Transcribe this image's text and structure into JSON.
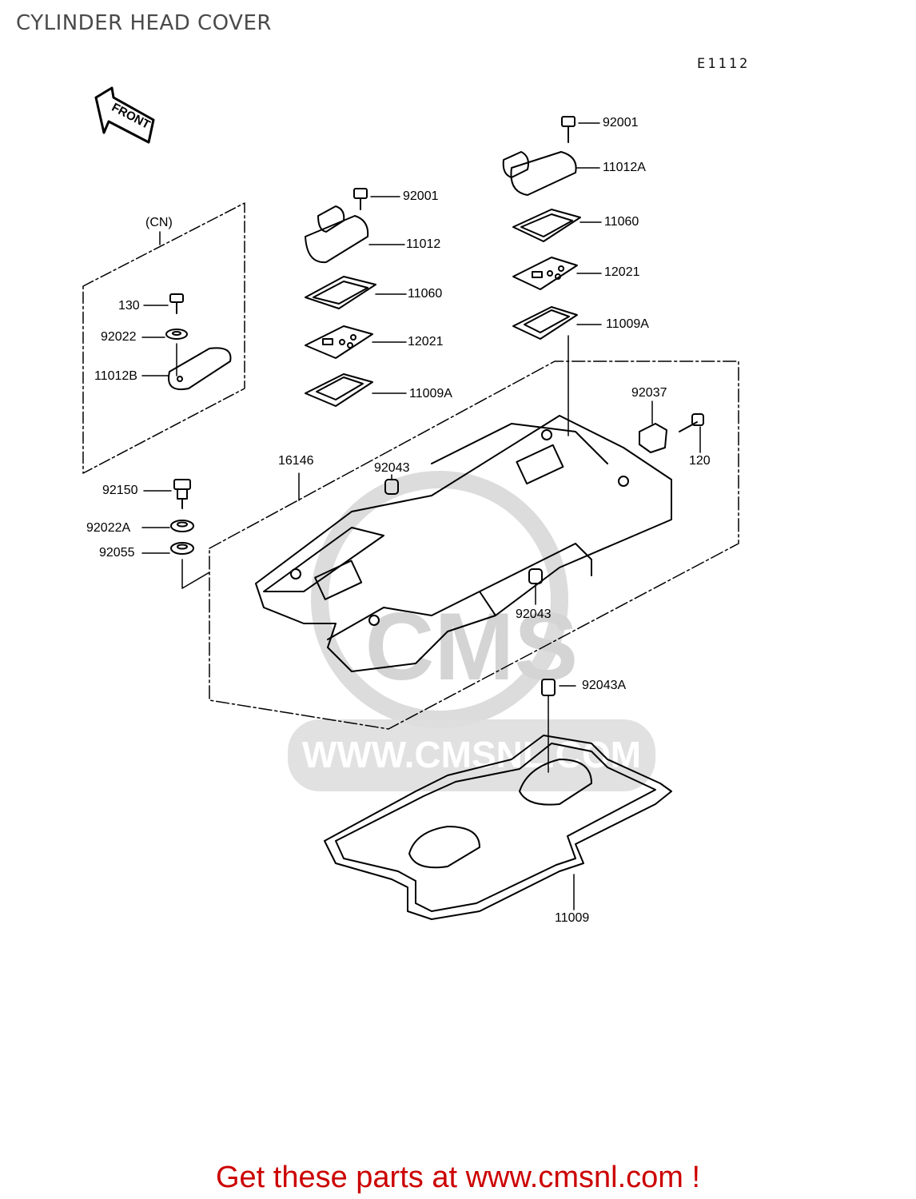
{
  "title": "CYLINDER HEAD COVER",
  "diagram_code": "E1112",
  "front_label": "FRONT",
  "group_label": "(CN)",
  "watermark": {
    "brand": "CMS",
    "url": "WWW.CMSNL.COM"
  },
  "parts": {
    "p92001_a": "92001",
    "p11012": "11012",
    "p11060_a": "11060",
    "p12021_a": "12021",
    "p11009A_a": "11009A",
    "p92001_b": "92001",
    "p11012A": "11012A",
    "p11060_b": "11060",
    "p12021_b": "12021",
    "p11009A_b": "11009A",
    "p130": "130",
    "p92022": "92022",
    "p11012B": "11012B",
    "p92150": "92150",
    "p92022A": "92022A",
    "p92055": "92055",
    "p16146": "16146",
    "p92043_a": "92043",
    "p92043_b": "92043",
    "p92037": "92037",
    "p120": "120",
    "p92043A": "92043A",
    "p11009": "11009"
  },
  "footer": "Get these parts at www.cmsnl.com !"
}
